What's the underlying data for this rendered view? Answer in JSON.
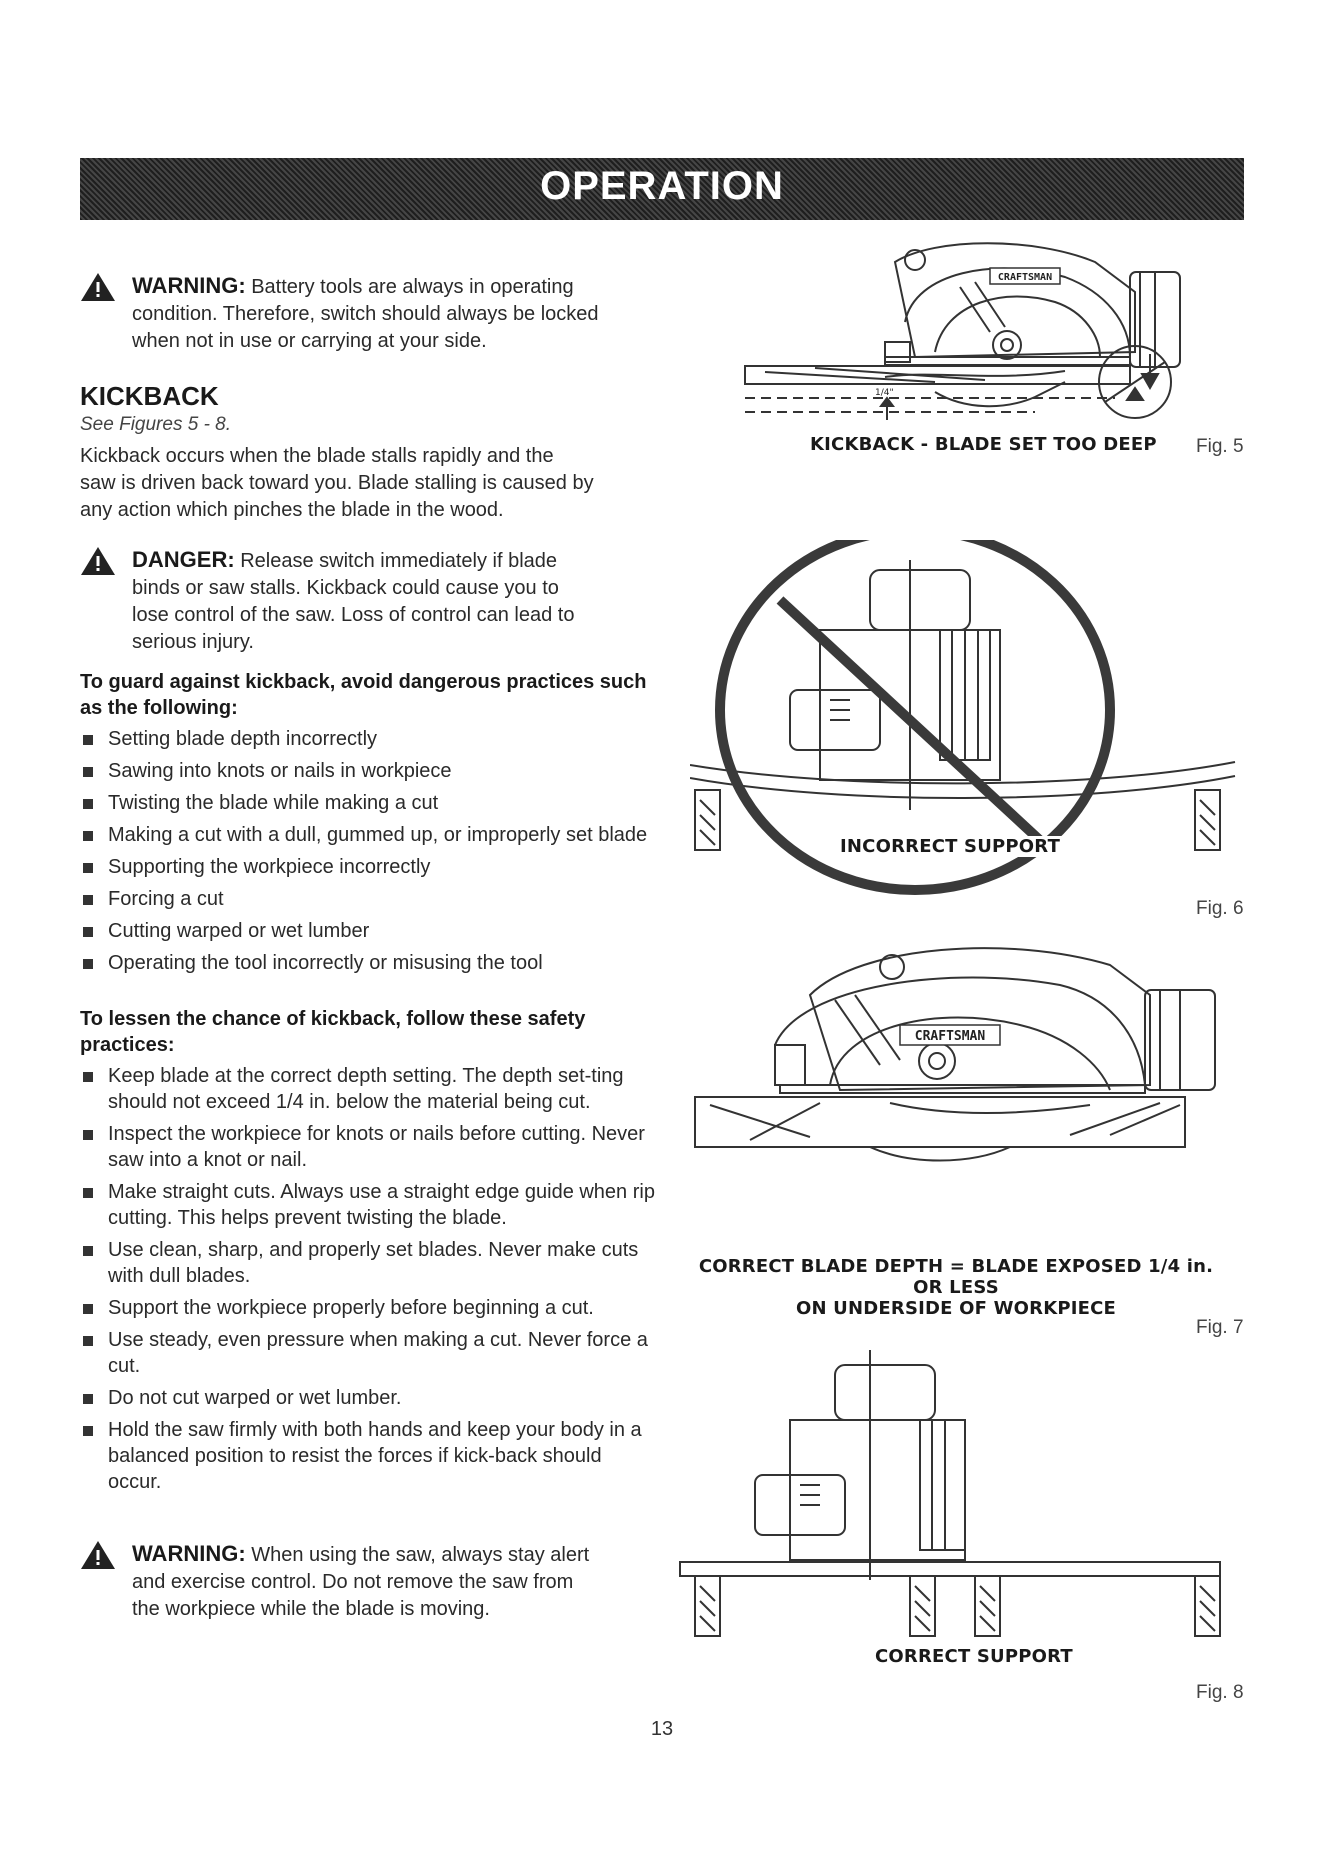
{
  "header": {
    "title": "OPERATION"
  },
  "warning1": {
    "lead": "WARNING:",
    "lines": [
      "Battery tools are always in operating",
      "condition. Therefore, switch should always be locked",
      "when not in use or carrying at your side."
    ]
  },
  "kickback": {
    "heading": "KICKBACK",
    "see": "See Figures 5 - 8.",
    "intro": [
      "Kickback occurs when the blade stalls rapidly and the",
      "saw is driven back toward you. Blade stalling is caused by",
      "any action which pinches the blade in the wood."
    ]
  },
  "danger": {
    "lead": "DANGER:",
    "lines": [
      "Release switch immediately if blade",
      "binds or saw stalls. Kickback could cause you to",
      "lose control of the saw. Loss of control can lead to",
      "serious injury."
    ]
  },
  "guard": {
    "heading": "To guard against kickback, avoid dangerous practices such as the following:",
    "items": [
      "Setting blade depth incorrectly",
      "Sawing into knots or nails in workpiece",
      "Twisting the blade while making a cut",
      "Making a cut with a dull, gummed up, or improperly set blade",
      "Supporting the workpiece incorrectly",
      "Forcing a cut",
      "Cutting warped or wet lumber",
      "Operating the tool incorrectly or misusing the tool"
    ]
  },
  "lessen": {
    "heading": "To lessen the chance of kickback, follow these safety practices:",
    "items": [
      "Keep blade at the correct depth setting. The depth set-ting should not exceed 1/4 in. below the material being cut.",
      "Inspect the workpiece for knots or nails before cutting. Never saw into a knot or nail.",
      "Make straight cuts. Always use a straight edge guide when rip cutting. This helps prevent twisting the blade.",
      "Use clean, sharp, and properly set blades. Never make cuts with dull blades.",
      "Support the workpiece properly before beginning a cut.",
      "Use steady, even pressure when making a cut. Never force a cut.",
      "Do not cut warped or wet lumber.",
      "Hold the saw firmly with both hands and keep your body in a balanced position to resist the forces if kick-back should occur."
    ]
  },
  "warning2": {
    "lead": "WARNING:",
    "lines": [
      "When using the saw, always stay alert",
      "and exercise control. Do not remove the saw from",
      "the workpiece while the blade is moving."
    ]
  },
  "figures": {
    "fig5": {
      "caption": "KICKBACK - BLADE SET TOO DEEP",
      "label": "Fig. 5",
      "brand": "CRAFTSMAN",
      "dim": "1/4\""
    },
    "fig6": {
      "caption": "INCORRECT SUPPORT",
      "label": "Fig. 6"
    },
    "fig7": {
      "caption_line1": "CORRECT BLADE DEPTH = BLADE EXPOSED 1/4 in. OR LESS",
      "caption_line2": "ON UNDERSIDE OF WORKPIECE",
      "label": "Fig. 7",
      "brand": "CRAFTSMAN"
    },
    "fig8": {
      "caption": "CORRECT SUPPORT",
      "label": "Fig. 8"
    }
  },
  "footer": {
    "page_number": "13"
  }
}
